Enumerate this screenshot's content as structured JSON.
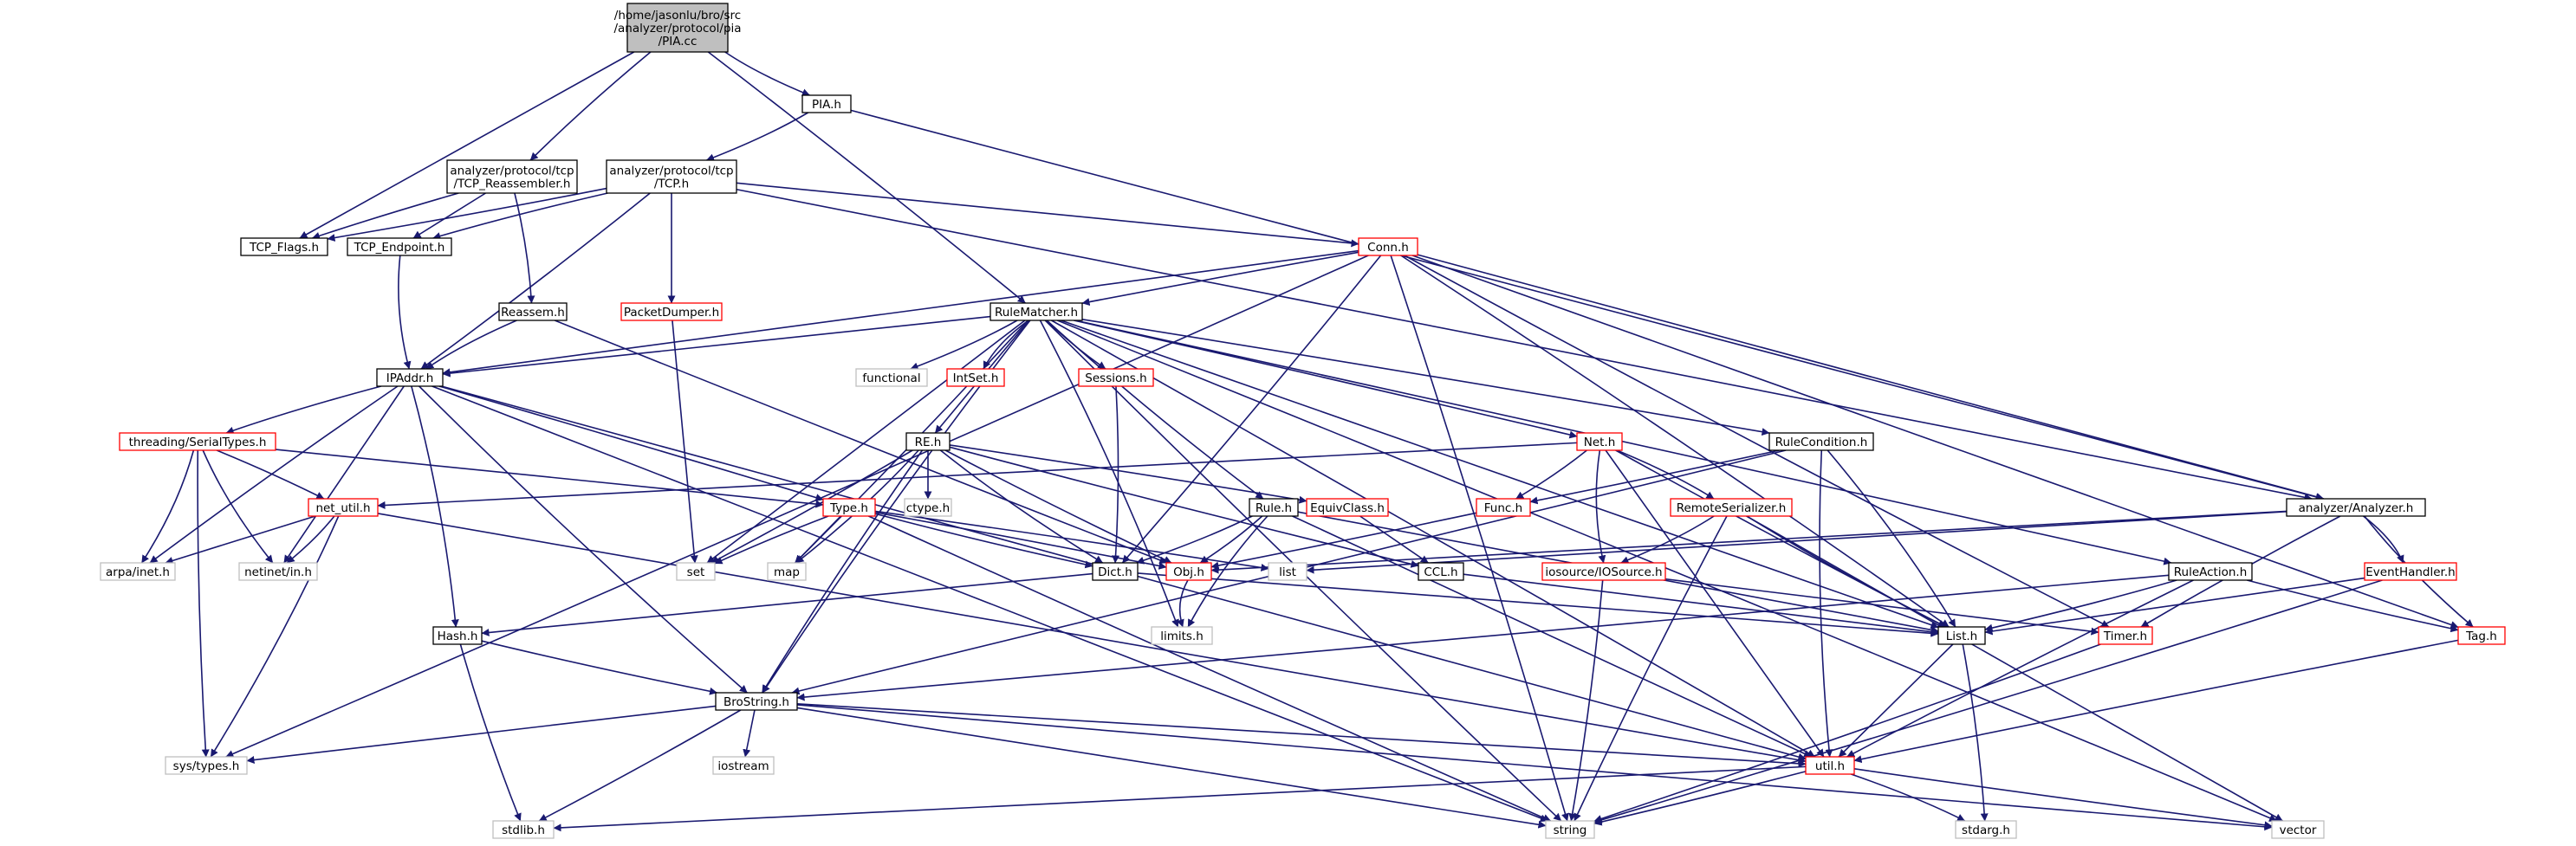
{
  "colors": {
    "edge": "#191970",
    "root_fill": "#bfbfbf",
    "box_border": "#000000",
    "missing_border": "#ff0000",
    "external_border": "#bfbfbf",
    "background": "#ffffff"
  },
  "nodes": {
    "pia_cc": {
      "label": [
        "/home/jasonlu/bro/src",
        "/analyzer/protocol/pia",
        "/PIA.cc"
      ],
      "kind": "root"
    },
    "pia_h": {
      "label": [
        "PIA.h"
      ],
      "kind": "normal"
    },
    "tcp_reassembler": {
      "label": [
        "analyzer/protocol/tcp",
        "/TCP_Reassembler.h"
      ],
      "kind": "normal"
    },
    "tcp_h": {
      "label": [
        "analyzer/protocol/tcp",
        "/TCP.h"
      ],
      "kind": "normal"
    },
    "tcp_flags": {
      "label": [
        "TCP_Flags.h"
      ],
      "kind": "normal"
    },
    "tcp_endpoint": {
      "label": [
        "TCP_Endpoint.h"
      ],
      "kind": "normal"
    },
    "conn_h": {
      "label": [
        "Conn.h"
      ],
      "kind": "missing"
    },
    "reassem_h": {
      "label": [
        "Reassem.h"
      ],
      "kind": "normal"
    },
    "packetdumper": {
      "label": [
        "PacketDumper.h"
      ],
      "kind": "missing"
    },
    "rulematcher": {
      "label": [
        "RuleMatcher.h"
      ],
      "kind": "normal"
    },
    "ipaddr": {
      "label": [
        "IPAddr.h"
      ],
      "kind": "normal"
    },
    "functional": {
      "label": [
        "functional"
      ],
      "kind": "external"
    },
    "intset": {
      "label": [
        "IntSet.h"
      ],
      "kind": "missing"
    },
    "sessions": {
      "label": [
        "Sessions.h"
      ],
      "kind": "missing"
    },
    "re_h": {
      "label": [
        "RE.h"
      ],
      "kind": "normal"
    },
    "net_h": {
      "label": [
        "Net.h"
      ],
      "kind": "missing"
    },
    "rulecondition": {
      "label": [
        "RuleCondition.h"
      ],
      "kind": "normal"
    },
    "analyzer": {
      "label": [
        "analyzer/Analyzer.h"
      ],
      "kind": "normal"
    },
    "serialtypes": {
      "label": [
        "threading/SerialTypes.h"
      ],
      "kind": "missing"
    },
    "net_util": {
      "label": [
        "net_util.h"
      ],
      "kind": "missing"
    },
    "type_h": {
      "label": [
        "Type.h"
      ],
      "kind": "missing"
    },
    "ctype": {
      "label": [
        "ctype.h"
      ],
      "kind": "external"
    },
    "equivclass": {
      "label": [
        "EquivClass.h"
      ],
      "kind": "missing"
    },
    "rule_h": {
      "label": [
        "Rule.h"
      ],
      "kind": "normal"
    },
    "func_h": {
      "label": [
        "Func.h"
      ],
      "kind": "missing"
    },
    "remoteserializer": {
      "label": [
        "RemoteSerializer.h"
      ],
      "kind": "missing"
    },
    "arpa_inet": {
      "label": [
        "arpa/inet.h"
      ],
      "kind": "external"
    },
    "netinet_in": {
      "label": [
        "netinet/in.h"
      ],
      "kind": "external"
    },
    "set": {
      "label": [
        "set"
      ],
      "kind": "external"
    },
    "map": {
      "label": [
        "map"
      ],
      "kind": "external"
    },
    "dict_h": {
      "label": [
        "Dict.h"
      ],
      "kind": "normal"
    },
    "obj_h": {
      "label": [
        "Obj.h"
      ],
      "kind": "missing"
    },
    "list_std": {
      "label": [
        "list"
      ],
      "kind": "external"
    },
    "ccl_h": {
      "label": [
        "CCL.h"
      ],
      "kind": "normal"
    },
    "iosource": {
      "label": [
        "iosource/IOSource.h"
      ],
      "kind": "missing"
    },
    "ruleaction": {
      "label": [
        "RuleAction.h"
      ],
      "kind": "normal"
    },
    "eventhandler": {
      "label": [
        "EventHandler.h"
      ],
      "kind": "missing"
    },
    "hash_h": {
      "label": [
        "Hash.h"
      ],
      "kind": "normal"
    },
    "limits": {
      "label": [
        "limits.h"
      ],
      "kind": "external"
    },
    "list_h": {
      "label": [
        "List.h"
      ],
      "kind": "normal"
    },
    "timer_h": {
      "label": [
        "Timer.h"
      ],
      "kind": "missing"
    },
    "tag_h": {
      "label": [
        "Tag.h"
      ],
      "kind": "missing"
    },
    "brostring": {
      "label": [
        "BroString.h"
      ],
      "kind": "normal"
    },
    "iostream": {
      "label": [
        "iostream"
      ],
      "kind": "external"
    },
    "util_h": {
      "label": [
        "util.h"
      ],
      "kind": "missing"
    },
    "systypes": {
      "label": [
        "sys/types.h"
      ],
      "kind": "external"
    },
    "stdlib": {
      "label": [
        "stdlib.h"
      ],
      "kind": "external"
    },
    "string": {
      "label": [
        "string"
      ],
      "kind": "external"
    },
    "stdarg": {
      "label": [
        "stdarg.h"
      ],
      "kind": "external"
    },
    "vector": {
      "label": [
        "vector"
      ],
      "kind": "external"
    }
  },
  "edges": [
    [
      "pia_cc",
      "pia_h"
    ],
    [
      "pia_cc",
      "tcp_reassembler"
    ],
    [
      "pia_cc",
      "tcp_flags"
    ],
    [
      "pia_cc",
      "rulematcher"
    ],
    [
      "pia_h",
      "tcp_h"
    ],
    [
      "pia_h",
      "analyzer"
    ],
    [
      "tcp_reassembler",
      "tcp_flags"
    ],
    [
      "tcp_reassembler",
      "tcp_endpoint"
    ],
    [
      "tcp_reassembler",
      "reassem_h"
    ],
    [
      "tcp_h",
      "tcp_flags"
    ],
    [
      "tcp_h",
      "tcp_endpoint"
    ],
    [
      "tcp_h",
      "conn_h"
    ],
    [
      "tcp_h",
      "packetdumper"
    ],
    [
      "tcp_h",
      "ipaddr"
    ],
    [
      "tcp_h",
      "analyzer"
    ],
    [
      "tcp_endpoint",
      "ipaddr"
    ],
    [
      "conn_h",
      "rulematcher"
    ],
    [
      "conn_h",
      "ipaddr"
    ],
    [
      "conn_h",
      "dict_h"
    ],
    [
      "conn_h",
      "systypes"
    ],
    [
      "conn_h",
      "timer_h"
    ],
    [
      "conn_h",
      "analyzer"
    ],
    [
      "conn_h",
      "tag_h"
    ],
    [
      "conn_h",
      "string"
    ],
    [
      "conn_h",
      "list_h"
    ],
    [
      "reassem_h",
      "ipaddr"
    ],
    [
      "reassem_h",
      "obj_h"
    ],
    [
      "packetdumper",
      "set"
    ],
    [
      "rulematcher",
      "ipaddr"
    ],
    [
      "rulematcher",
      "functional"
    ],
    [
      "rulematcher",
      "intset"
    ],
    [
      "rulematcher",
      "sessions"
    ],
    [
      "rulematcher",
      "re_h"
    ],
    [
      "rulematcher",
      "net_h"
    ],
    [
      "rulematcher",
      "rulecondition"
    ],
    [
      "rulematcher",
      "rule_h"
    ],
    [
      "rulematcher",
      "ruleaction"
    ],
    [
      "rulematcher",
      "set"
    ],
    [
      "rulematcher",
      "map"
    ],
    [
      "rulematcher",
      "limits"
    ],
    [
      "rulematcher",
      "brostring"
    ],
    [
      "rulematcher",
      "string"
    ],
    [
      "rulematcher",
      "list_h"
    ],
    [
      "rulematcher",
      "util_h"
    ],
    [
      "rulematcher",
      "vector"
    ],
    [
      "ipaddr",
      "serialtypes"
    ],
    [
      "ipaddr",
      "arpa_inet"
    ],
    [
      "ipaddr",
      "netinet_in"
    ],
    [
      "ipaddr",
      "type_h"
    ],
    [
      "ipaddr",
      "hash_h"
    ],
    [
      "ipaddr",
      "brostring"
    ],
    [
      "ipaddr",
      "string"
    ],
    [
      "ipaddr",
      "util_h"
    ],
    [
      "sessions",
      "dict_h"
    ],
    [
      "re_h",
      "equivclass"
    ],
    [
      "re_h",
      "ccl_h"
    ],
    [
      "re_h",
      "obj_h"
    ],
    [
      "re_h",
      "ctype"
    ],
    [
      "re_h",
      "set"
    ],
    [
      "re_h",
      "map"
    ],
    [
      "re_h",
      "dict_h"
    ],
    [
      "re_h",
      "brostring"
    ],
    [
      "net_h",
      "net_util"
    ],
    [
      "net_h",
      "func_h"
    ],
    [
      "net_h",
      "remoteserializer"
    ],
    [
      "net_h",
      "iosource"
    ],
    [
      "net_h",
      "list_h"
    ],
    [
      "net_h",
      "util_h"
    ],
    [
      "rulecondition",
      "func_h"
    ],
    [
      "rulecondition",
      "list_h"
    ],
    [
      "rulecondition",
      "util_h"
    ],
    [
      "rulecondition",
      "brostring"
    ],
    [
      "analyzer",
      "list_std"
    ],
    [
      "analyzer",
      "obj_h"
    ],
    [
      "analyzer",
      "eventhandler"
    ],
    [
      "analyzer",
      "tag_h"
    ],
    [
      "analyzer",
      "timer_h"
    ],
    [
      "serialtypes",
      "type_h"
    ],
    [
      "serialtypes",
      "net_util"
    ],
    [
      "serialtypes",
      "arpa_inet"
    ],
    [
      "serialtypes",
      "netinet_in"
    ],
    [
      "serialtypes",
      "systypes"
    ],
    [
      "net_util",
      "arpa_inet"
    ],
    [
      "net_util",
      "netinet_in"
    ],
    [
      "net_util",
      "systypes"
    ],
    [
      "net_util",
      "util_h"
    ],
    [
      "type_h",
      "set"
    ],
    [
      "type_h",
      "map"
    ],
    [
      "type_h",
      "obj_h"
    ],
    [
      "type_h",
      "list_std"
    ],
    [
      "type_h",
      "dict_h"
    ],
    [
      "type_h",
      "string"
    ],
    [
      "equivclass",
      "ccl_h"
    ],
    [
      "rule_h",
      "obj_h"
    ],
    [
      "rule_h",
      "dict_h"
    ],
    [
      "rule_h",
      "limits"
    ],
    [
      "rule_h",
      "list_h"
    ],
    [
      "rule_h",
      "util_h"
    ],
    [
      "func_h",
      "obj_h"
    ],
    [
      "remoteserializer",
      "iosource"
    ],
    [
      "remoteserializer",
      "list_h"
    ],
    [
      "remoteserializer",
      "string"
    ],
    [
      "remoteserializer",
      "vector"
    ],
    [
      "dict_h",
      "hash_h"
    ],
    [
      "dict_h",
      "list_h"
    ],
    [
      "obj_h",
      "limits"
    ],
    [
      "ccl_h",
      "list_h"
    ],
    [
      "iosource",
      "timer_h"
    ],
    [
      "iosource",
      "string"
    ],
    [
      "ruleaction",
      "list_h"
    ],
    [
      "ruleaction",
      "tag_h"
    ],
    [
      "ruleaction",
      "util_h"
    ],
    [
      "ruleaction",
      "brostring"
    ],
    [
      "eventhandler",
      "list_h"
    ],
    [
      "eventhandler",
      "string"
    ],
    [
      "hash_h",
      "brostring"
    ],
    [
      "hash_h",
      "stdlib"
    ],
    [
      "list_h",
      "util_h"
    ],
    [
      "list_h",
      "stdarg"
    ],
    [
      "timer_h",
      "string"
    ],
    [
      "tag_h",
      "util_h"
    ],
    [
      "brostring",
      "systypes"
    ],
    [
      "brostring",
      "iostream"
    ],
    [
      "brostring",
      "stdlib"
    ],
    [
      "brostring",
      "string"
    ],
    [
      "brostring",
      "util_h"
    ],
    [
      "brostring",
      "vector"
    ],
    [
      "util_h",
      "stdlib"
    ],
    [
      "util_h",
      "string"
    ],
    [
      "util_h",
      "stdarg"
    ],
    [
      "util_h",
      "vector"
    ]
  ]
}
